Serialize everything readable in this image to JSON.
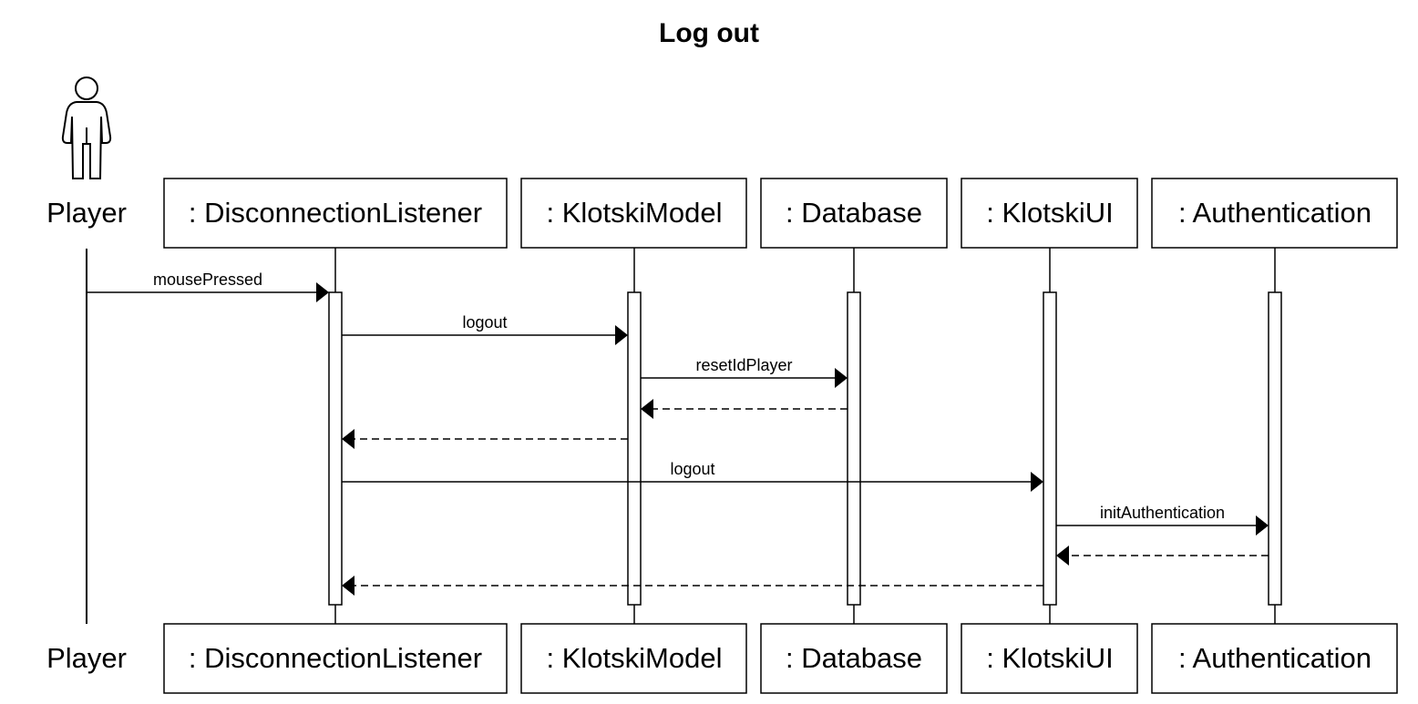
{
  "title": "Log out",
  "actor": {
    "name": "Player",
    "icon": "stick-figure-actor-icon"
  },
  "participants": [
    ": DisconnectionListener",
    ": KlotskiModel",
    ": Database",
    ": KlotskiUI",
    ": Authentication"
  ],
  "messages": [
    {
      "label": "mousePressed",
      "from": "Player",
      "to": ": DisconnectionListener",
      "kind": "call"
    },
    {
      "label": "logout",
      "from": ": DisconnectionListener",
      "to": ": KlotskiModel",
      "kind": "call"
    },
    {
      "label": "resetIdPlayer",
      "from": ": KlotskiModel",
      "to": ": Database",
      "kind": "call"
    },
    {
      "label": "",
      "from": ": Database",
      "to": ": KlotskiModel",
      "kind": "return"
    },
    {
      "label": "",
      "from": ": KlotskiModel",
      "to": ": DisconnectionListener",
      "kind": "return"
    },
    {
      "label": "logout",
      "from": ": DisconnectionListener",
      "to": ": KlotskiUI",
      "kind": "call"
    },
    {
      "label": "initAuthentication",
      "from": ": KlotskiUI",
      "to": ": Authentication",
      "kind": "call"
    },
    {
      "label": "",
      "from": ": Authentication",
      "to": ": KlotskiUI",
      "kind": "return"
    },
    {
      "label": "",
      "from": ": KlotskiUI",
      "to": ": DisconnectionListener",
      "kind": "return"
    }
  ]
}
